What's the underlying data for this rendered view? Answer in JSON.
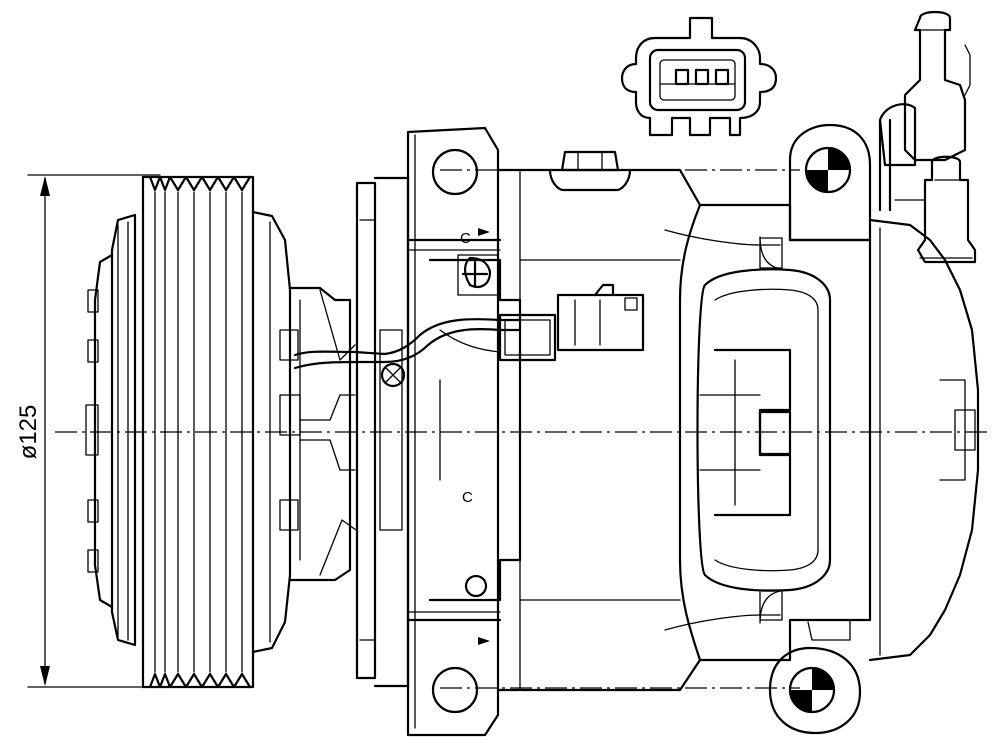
{
  "dimension": {
    "diameter_label": "ø125"
  },
  "markers": {
    "upper": "C",
    "lower": "C"
  }
}
